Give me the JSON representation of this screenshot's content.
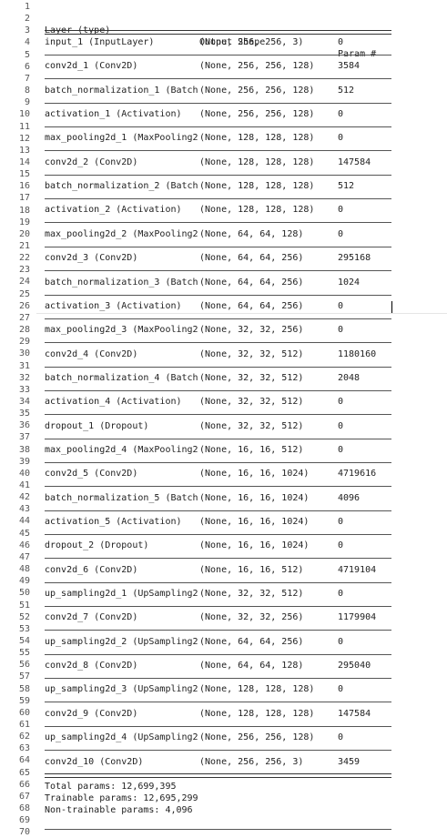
{
  "header": {
    "layer": "Layer (type)",
    "output": "Output Shape",
    "param": "Param #"
  },
  "layers": [
    {
      "layer": "input_1 (InputLayer)",
      "shape": "(None, 256, 256, 3)",
      "param": "0"
    },
    {
      "layer": "conv2d_1 (Conv2D)",
      "shape": "(None, 256, 256, 128)",
      "param": "3584"
    },
    {
      "layer": "batch_normalization_1 (Batch",
      "shape": "(None, 256, 256, 128)",
      "param": "512"
    },
    {
      "layer": "activation_1 (Activation)",
      "shape": "(None, 256, 256, 128)",
      "param": "0"
    },
    {
      "layer": "max_pooling2d_1 (MaxPooling2",
      "shape": "(None, 128, 128, 128)",
      "param": "0"
    },
    {
      "layer": "conv2d_2 (Conv2D)",
      "shape": "(None, 128, 128, 128)",
      "param": "147584"
    },
    {
      "layer": "batch_normalization_2 (Batch",
      "shape": "(None, 128, 128, 128)",
      "param": "512"
    },
    {
      "layer": "activation_2 (Activation)",
      "shape": "(None, 128, 128, 128)",
      "param": "0"
    },
    {
      "layer": "max_pooling2d_2 (MaxPooling2",
      "shape": "(None, 64, 64, 128)",
      "param": "0"
    },
    {
      "layer": "conv2d_3 (Conv2D)",
      "shape": "(None, 64, 64, 256)",
      "param": "295168"
    },
    {
      "layer": "batch_normalization_3 (Batch",
      "shape": "(None, 64, 64, 256)",
      "param": "1024"
    },
    {
      "layer": "activation_3 (Activation)",
      "shape": "(None, 64, 64, 256)",
      "param": "0"
    },
    {
      "layer": "max_pooling2d_3 (MaxPooling2",
      "shape": "(None, 32, 32, 256)",
      "param": "0"
    },
    {
      "layer": "conv2d_4 (Conv2D)",
      "shape": "(None, 32, 32, 512)",
      "param": "1180160"
    },
    {
      "layer": "batch_normalization_4 (Batch",
      "shape": "(None, 32, 32, 512)",
      "param": "2048"
    },
    {
      "layer": "activation_4 (Activation)",
      "shape": "(None, 32, 32, 512)",
      "param": "0"
    },
    {
      "layer": "dropout_1 (Dropout)",
      "shape": "(None, 32, 32, 512)",
      "param": "0"
    },
    {
      "layer": "max_pooling2d_4 (MaxPooling2",
      "shape": "(None, 16, 16, 512)",
      "param": "0"
    },
    {
      "layer": "conv2d_5 (Conv2D)",
      "shape": "(None, 16, 16, 1024)",
      "param": "4719616"
    },
    {
      "layer": "batch_normalization_5 (Batch",
      "shape": "(None, 16, 16, 1024)",
      "param": "4096"
    },
    {
      "layer": "activation_5 (Activation)",
      "shape": "(None, 16, 16, 1024)",
      "param": "0"
    },
    {
      "layer": "dropout_2 (Dropout)",
      "shape": "(None, 16, 16, 1024)",
      "param": "0"
    },
    {
      "layer": "conv2d_6 (Conv2D)",
      "shape": "(None, 16, 16, 512)",
      "param": "4719104"
    },
    {
      "layer": "up_sampling2d_1 (UpSampling2",
      "shape": "(None, 32, 32, 512)",
      "param": "0"
    },
    {
      "layer": "conv2d_7 (Conv2D)",
      "shape": "(None, 32, 32, 256)",
      "param": "1179904"
    },
    {
      "layer": "up_sampling2d_2 (UpSampling2",
      "shape": "(None, 64, 64, 256)",
      "param": "0"
    },
    {
      "layer": "conv2d_8 (Conv2D)",
      "shape": "(None, 64, 64, 128)",
      "param": "295040"
    },
    {
      "layer": "up_sampling2d_3 (UpSampling2",
      "shape": "(None, 128, 128, 128)",
      "param": "0"
    },
    {
      "layer": "conv2d_9 (Conv2D)",
      "shape": "(None, 128, 128, 128)",
      "param": "147584"
    },
    {
      "layer": "up_sampling2d_4 (UpSampling2",
      "shape": "(None, 256, 256, 128)",
      "param": "0"
    },
    {
      "layer": "conv2d_10 (Conv2D)",
      "shape": "(None, 256, 256, 3)",
      "param": "3459"
    }
  ],
  "summary": {
    "total": "Total params: 12,699,395",
    "trainable": "Trainable params: 12,695,299",
    "non_trainable": "Non-trainable params: 4,096"
  },
  "line_numbers": [
    "1",
    "2",
    "3",
    "4",
    "5",
    "6",
    "7",
    "8",
    "9",
    "10",
    "11",
    "12",
    "13",
    "14",
    "15",
    "16",
    "17",
    "18",
    "19",
    "20",
    "21",
    "22",
    "23",
    "24",
    "25",
    "26",
    "27",
    "28",
    "29",
    "30",
    "31",
    "32",
    "33",
    "34",
    "35",
    "36",
    "37",
    "38",
    "39",
    "40",
    "41",
    "42",
    "43",
    "44",
    "45",
    "46",
    "47",
    "48",
    "49",
    "50",
    "51",
    "52",
    "53",
    "54",
    "55",
    "56",
    "57",
    "58",
    "59",
    "60",
    "61",
    "62",
    "63",
    "64",
    "65",
    "66",
    "67",
    "68",
    "69",
    "70"
  ]
}
